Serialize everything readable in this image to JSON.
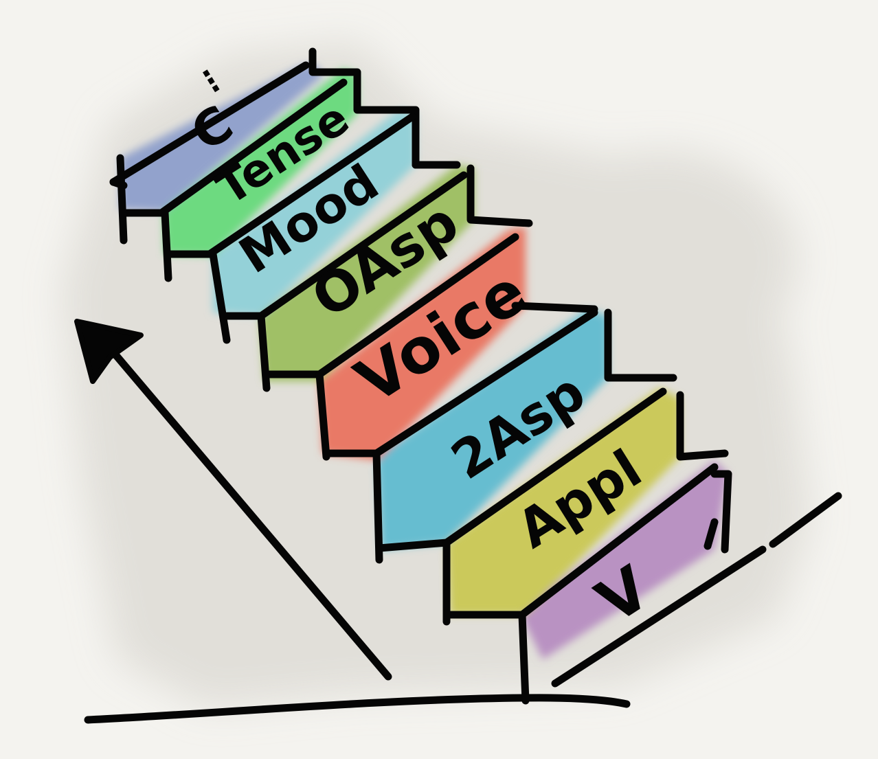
{
  "diagram": {
    "steps": [
      {
        "label": "V",
        "color": "#b58ac0"
      },
      {
        "label": "Appl",
        "color": "#c9c64e"
      },
      {
        "label": "2Asp",
        "color": "#5ab9cf"
      },
      {
        "label": "Voice",
        "color": "#ea6f59"
      },
      {
        "label": "OAsp",
        "color": "#99bd5a"
      },
      {
        "label": "Mood",
        "color": "#8ccfd8"
      },
      {
        "label": "Tense",
        "color": "#61d977"
      },
      {
        "label": "C",
        "color": "#8a9bcb"
      }
    ],
    "ellipsis": "⋮",
    "background_wash": "#dedcd6",
    "ink": "#050505"
  }
}
